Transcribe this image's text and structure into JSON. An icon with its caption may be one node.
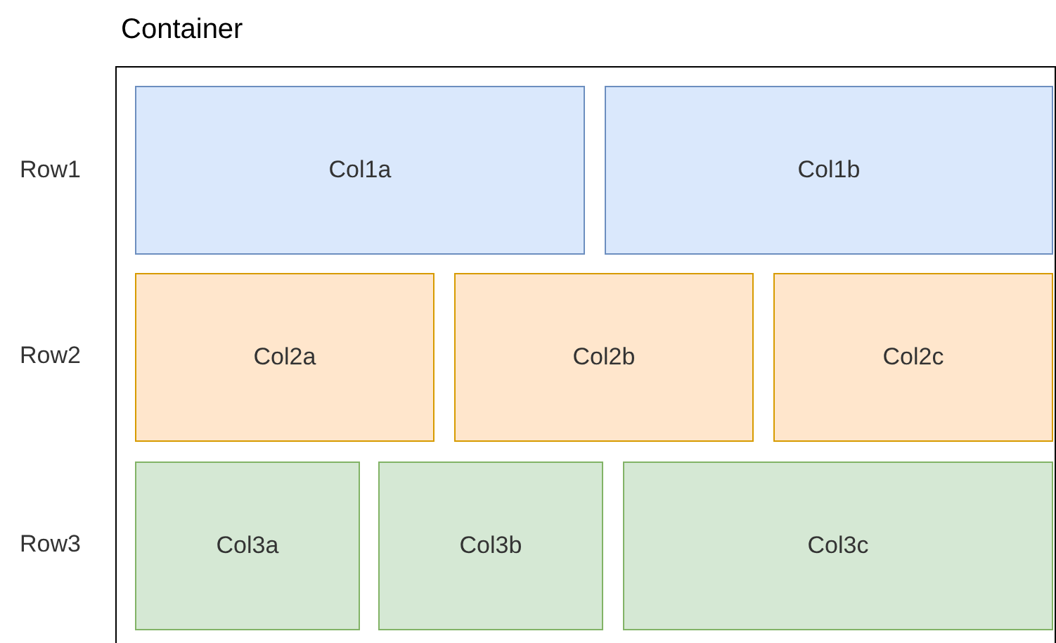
{
  "diagram": {
    "nodes": [
      {
        "text": [
          "Container"
        ]
      },
      {
        "text": [
          "Col1a"
        ],
        "in": 0
      },
      {
        "text": [
          "Col1b"
        ],
        "in": 0
      },
      {
        "text": [
          "Col2a"
        ],
        "in": 0
      },
      {
        "text": [
          "Col2b"
        ],
        "in": 0
      },
      {
        "text": [
          "Col2c"
        ],
        "in": 0
      },
      {
        "text": [
          "Col3a"
        ],
        "in": 0
      },
      {
        "text": [
          "Col3b"
        ],
        "in": 0
      },
      {
        "text": [
          "Col3c"
        ],
        "in": 0
      }
    ],
    "labels": [
      "Row1",
      "Row2",
      "Row3"
    ]
  }
}
